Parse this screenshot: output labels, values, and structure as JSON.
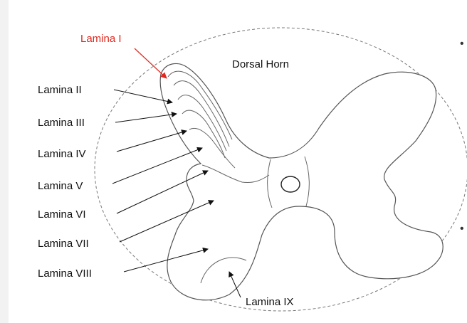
{
  "diagram": {
    "title": "Dorsal Horn",
    "highlight_color": "#e0281e",
    "laminae": [
      {
        "id": "lamina-1",
        "label": "Lamina I",
        "highlight": true
      },
      {
        "id": "lamina-2",
        "label": "Lamina II"
      },
      {
        "id": "lamina-3",
        "label": "Lamina III"
      },
      {
        "id": "lamina-4",
        "label": "Lamina IV"
      },
      {
        "id": "lamina-5",
        "label": "Lamina V"
      },
      {
        "id": "lamina-6",
        "label": "Lamina VI"
      },
      {
        "id": "lamina-7",
        "label": "Lamina VII"
      },
      {
        "id": "lamina-8",
        "label": "Lamina VIII"
      },
      {
        "id": "lamina-9",
        "label": "Lamina IX"
      }
    ],
    "bullets": [
      "•",
      "•"
    ]
  }
}
